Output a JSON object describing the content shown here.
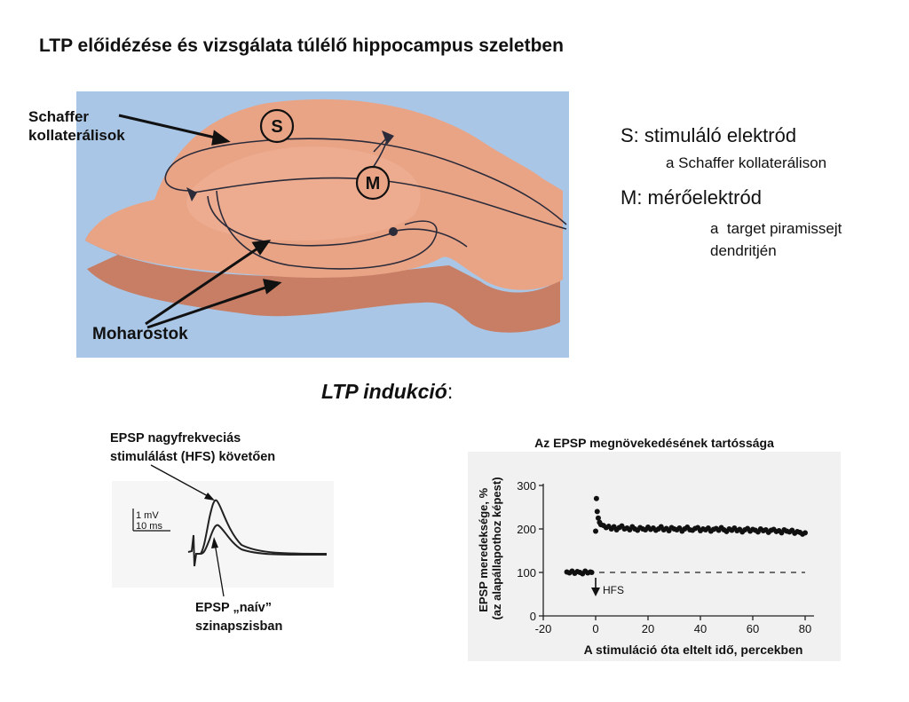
{
  "title": "LTP előidézése és vizsgálata túlélő hippocampus szeletben",
  "diagram": {
    "label_schaffer": "Schaffer\nkollaterálisok",
    "label_moharostok": "Moharostok",
    "marker_s": "S",
    "marker_m": "M",
    "colors": {
      "background": "#a9c6e6",
      "tissue": "#e9a486",
      "tissue_side": "#c77e65",
      "line": "#2b2b3a"
    }
  },
  "legend": {
    "s_main": "S: stimuláló elektród",
    "s_sub": "a Schaffer kollaterálison",
    "m_main": "M: mérőelektród",
    "m_sub": "a  target piramissejt\ndendritjén"
  },
  "ltp_heading": {
    "text": "LTP indukció",
    "colon": ":"
  },
  "epsp_panel": {
    "label_hfs": "EPSP nagyfrekveciás\nstimulálást (HFS) követően",
    "label_naive": "EPSP „naív”\nszinapszisban",
    "scale_mv": "1 mV",
    "scale_ms": "10 ms"
  },
  "chart_data": {
    "type": "scatter",
    "title": "Az EPSP megnövekedésének tartóssága",
    "xlabel": "A stimuláció óta eltelt idő, percekben",
    "ylabel": [
      "EPSP meredeksége, %",
      "(az alapállapothoz képest)"
    ],
    "xlim": [
      -20,
      80
    ],
    "ylim": [
      0,
      300
    ],
    "xticks": [
      -20,
      0,
      20,
      40,
      60,
      80
    ],
    "yticks": [
      0,
      100,
      200,
      300
    ],
    "baseline": 100,
    "annotation": "HFS",
    "annotation_x": 0,
    "grid": false,
    "series": [
      {
        "x": [
          -11,
          -10,
          -9,
          -8,
          -7,
          -6,
          -5,
          -4,
          -3,
          -2,
          -1.5
        ],
        "y": [
          101,
          99,
          103,
          98,
          102,
          100,
          97,
          103,
          99,
          101,
          100
        ]
      },
      {
        "x": [
          0,
          0.3,
          0.6,
          1,
          1.5,
          2,
          3,
          4,
          5,
          6,
          7,
          8,
          9,
          10,
          11,
          12,
          13,
          14,
          15,
          16,
          17,
          18,
          19,
          20,
          21,
          22,
          23,
          24,
          25,
          26,
          27,
          28,
          29,
          30,
          31,
          32,
          33,
          34,
          35,
          36,
          37,
          38,
          39,
          40,
          41,
          42,
          43,
          44,
          45,
          46,
          47,
          48,
          49,
          50,
          51,
          52,
          53,
          54,
          55,
          56,
          57,
          58,
          59,
          60,
          61,
          62,
          63,
          64,
          65,
          66,
          67,
          68,
          69,
          70,
          71,
          72,
          73,
          74,
          75,
          76,
          77,
          78,
          79,
          80
        ],
        "y": [
          195,
          270,
          240,
          225,
          215,
          210,
          208,
          203,
          206,
          200,
          205,
          198,
          203,
          207,
          200,
          202,
          198,
          205,
          200,
          197,
          203,
          200,
          198,
          204,
          199,
          202,
          197,
          200,
          205,
          198,
          201,
          196,
          203,
          200,
          198,
          202,
          195,
          200,
          204,
          198,
          197,
          201,
          203,
          196,
          200,
          198,
          202,
          195,
          199,
          201,
          197,
          203,
          198,
          194,
          200,
          197,
          202,
          196,
          199,
          193,
          198,
          201,
          195,
          199,
          197,
          193,
          200,
          196,
          198,
          192,
          197,
          199,
          194,
          196,
          191,
          198,
          195,
          193,
          197,
          190,
          194,
          192,
          188,
          191
        ]
      }
    ]
  }
}
